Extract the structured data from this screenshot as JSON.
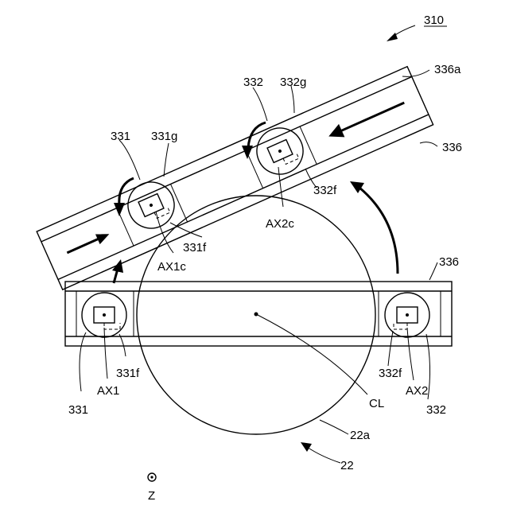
{
  "labels": {
    "fig_ref": "310",
    "belt_top_a": "336a",
    "belt_top": "336",
    "belt_bottom": "336",
    "roller_top_left": "331",
    "roller_top_left_g": "331g",
    "roller_top_left_f": "331f",
    "axis_top_left": "AX1c",
    "roller_top_right": "332",
    "roller_top_right_g": "332g",
    "roller_top_right_f": "332f",
    "axis_top_right": "AX2c",
    "roller_bottom_left": "331",
    "roller_bottom_left_f": "331f",
    "axis_bottom_left": "AX1",
    "roller_bottom_right": "332",
    "roller_bottom_right_f": "332f",
    "axis_bottom_right": "AX2",
    "center_line": "CL",
    "wafer_edge": "22a",
    "wafer": "22",
    "z_axis": "Z"
  }
}
